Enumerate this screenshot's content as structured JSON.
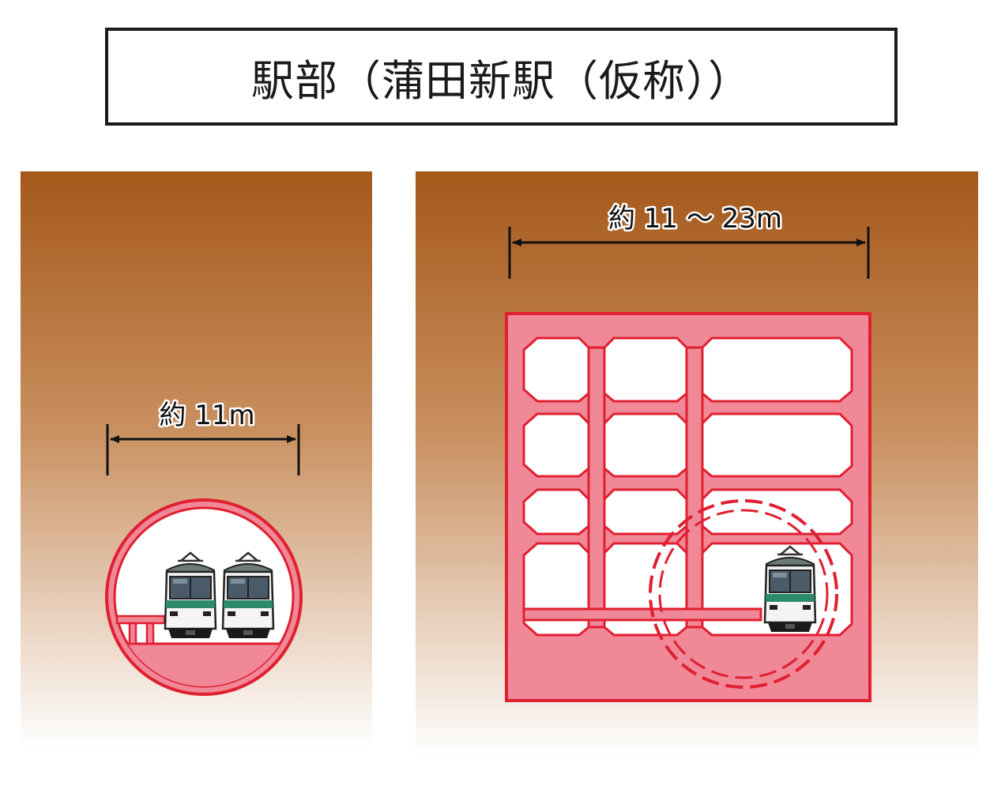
{
  "title": "駅部（蒲田新駅（仮称））",
  "left_panel": {
    "dimension_label": "約 11m"
  },
  "right_panel": {
    "dimension_label": "約 11 ～ 23m"
  },
  "colors": {
    "ground_top": "#a5581a",
    "ground_bottom": "#ffffff",
    "structure_red": "#e02030",
    "structure_fill": "#f08898",
    "train_body": "#ffffff",
    "train_stripe": "#2b8a6a"
  },
  "icons": [
    "train-front-icon"
  ]
}
